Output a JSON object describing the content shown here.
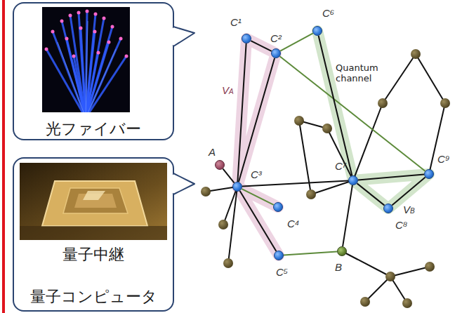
{
  "diagram": {
    "nodes": [
      {
        "text": [
          "光ファイバー"
        ]
      },
      {
        "text": [
          "量子中継",
          "量子コンピュータ"
        ]
      },
      {
        "text": [
          "C⁶"
        ]
      },
      {
        "text": [
          "C¹"
        ]
      },
      {
        "text": [
          "C²"
        ]
      },
      {
        "text": [
          "A"
        ]
      },
      {
        "text": [
          "C³"
        ]
      },
      {
        "text": [
          "C⁷"
        ]
      },
      {
        "text": [
          "C⁹"
        ]
      },
      {
        "text": [
          "C⁴"
        ]
      },
      {
        "text": [
          "C⁸"
        ]
      },
      {
        "text": [
          "B"
        ]
      },
      {
        "text": [
          "C⁵"
        ]
      }
    ],
    "edges": [
      {
        "from": 3,
        "to": 4,
        "arrow": "none"
      },
      {
        "from": 3,
        "to": 6,
        "arrow": "none"
      },
      {
        "from": 4,
        "to": 6,
        "arrow": "none"
      },
      {
        "from": 4,
        "to": 2,
        "arrow": "none"
      },
      {
        "from": 4,
        "to": 8,
        "arrow": "none"
      },
      {
        "from": 5,
        "to": 6,
        "arrow": "none"
      },
      {
        "from": 6,
        "to": 9,
        "arrow": "none"
      },
      {
        "from": 6,
        "to": 12,
        "arrow": "none"
      },
      {
        "from": 6,
        "to": 7,
        "arrow": "none"
      },
      {
        "from": 12,
        "to": 11,
        "arrow": "none"
      },
      {
        "from": 2,
        "to": 7,
        "arrow": "none"
      },
      {
        "from": 7,
        "to": 8,
        "arrow": "none"
      },
      {
        "from": 7,
        "to": 10,
        "arrow": "none"
      },
      {
        "from": 10,
        "to": 8,
        "arrow": "none"
      },
      {
        "from": 7,
        "to": 11,
        "arrow": "none"
      }
    ],
    "labels": [
      "Quantum channel",
      "VA",
      "VB"
    ]
  }
}
